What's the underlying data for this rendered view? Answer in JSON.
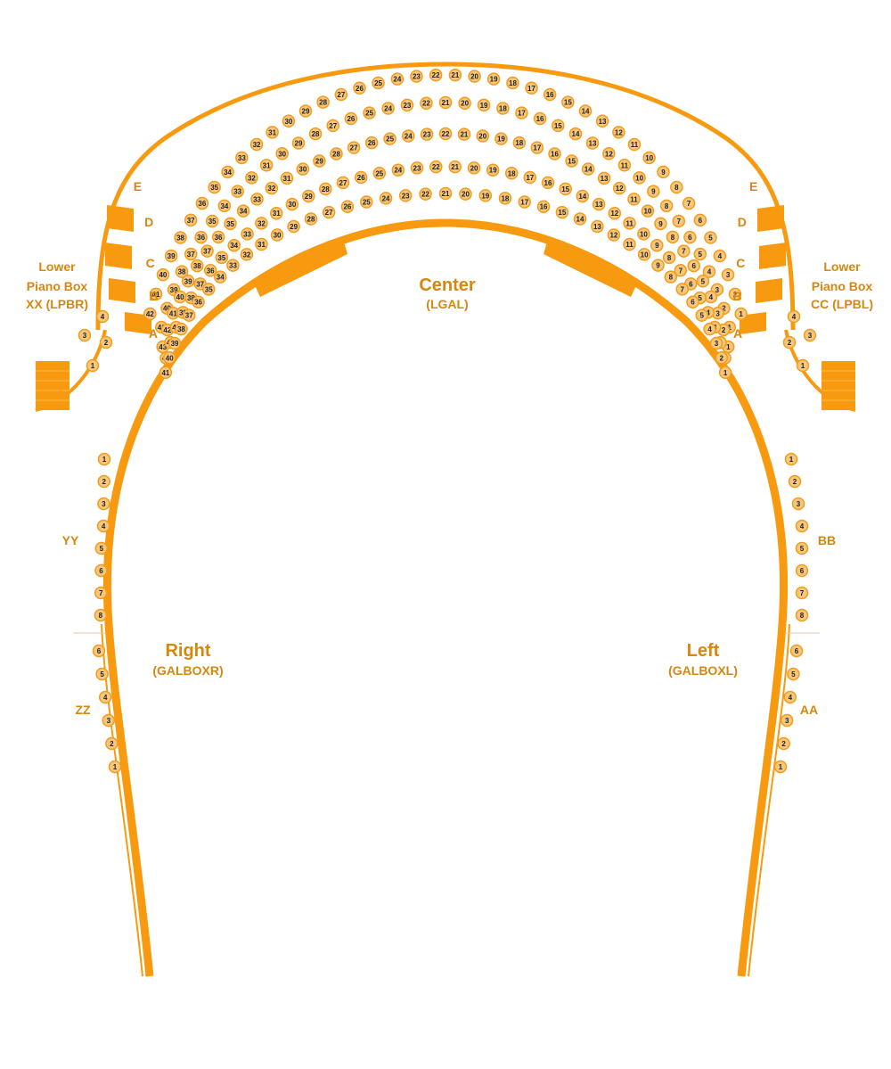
{
  "colors": {
    "structure": "#f89a10",
    "seat_fill": "#f7c77e",
    "seat_stroke": "#f49c1a",
    "seat_text": "#222222",
    "label": "#d7870e"
  },
  "sections": {
    "center": {
      "title": "Center",
      "code": "(LGAL)"
    },
    "right": {
      "title": "Right",
      "code": "(GALBOXR)"
    },
    "left": {
      "title": "Left",
      "code": "(GALBOXL)"
    }
  },
  "boxes": {
    "right": {
      "line1": "Lower",
      "line2": "Piano Box",
      "line3": "XX (LPBR)",
      "seats": [
        1,
        2,
        3,
        4
      ]
    },
    "left": {
      "line1": "Lower",
      "line2": "Piano Box",
      "line3": "CC (LPBL)",
      "seats": [
        1,
        2,
        3,
        4
      ]
    }
  },
  "center_rows": [
    {
      "row": "E",
      "first": 1,
      "last": 42
    },
    {
      "row": "D",
      "first": 1,
      "last": 41
    },
    {
      "row": "C",
      "first": 1,
      "last": 43
    },
    {
      "row": "B",
      "first": 1,
      "last": 42
    },
    {
      "row": "A",
      "first": 1,
      "last": 41
    }
  ],
  "side_rows": {
    "YY": {
      "label": "YY",
      "seats": [
        1,
        2,
        3,
        4,
        5,
        6,
        7,
        8
      ]
    },
    "ZZ": {
      "label": "ZZ",
      "seats": [
        1,
        2,
        3,
        4,
        5,
        6
      ]
    },
    "BB": {
      "label": "BB",
      "seats": [
        1,
        2,
        3,
        4,
        5,
        6,
        7,
        8
      ]
    },
    "AA": {
      "label": "AA",
      "seats": [
        1,
        2,
        3,
        4,
        5,
        6
      ]
    }
  }
}
